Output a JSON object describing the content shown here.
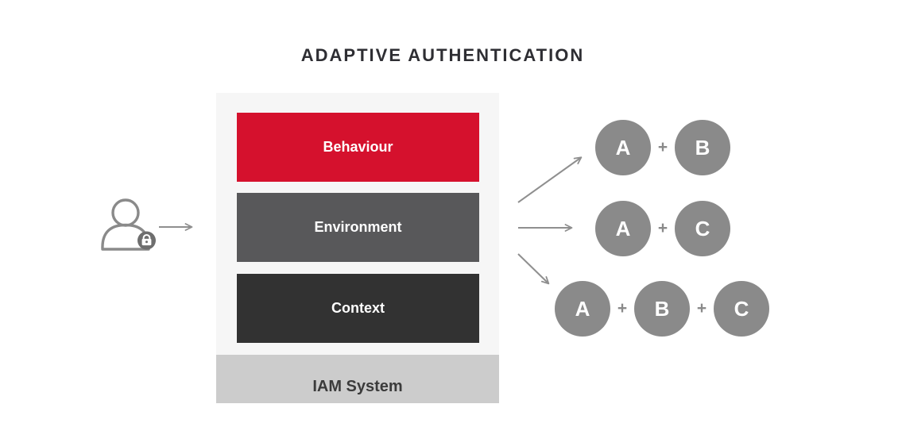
{
  "title": "ADAPTIVE AUTHENTICATION",
  "user_input": {
    "icon": "user-lock-icon",
    "arrow_icon": "arrow-right-icon"
  },
  "stack": {
    "panel_color": "#F6F6F6",
    "layers": [
      {
        "label": "Behaviour",
        "color": "#D5112D"
      },
      {
        "label": "Environment",
        "color": "#58585A"
      },
      {
        "label": "Context",
        "color": "#323232"
      }
    ],
    "base_label": "IAM System",
    "base_color": "#CCCCCC"
  },
  "fanout_arrows": [
    "arrow-up-right-icon",
    "arrow-right-icon",
    "arrow-down-right-icon"
  ],
  "plus_sign": "+",
  "combinations": [
    {
      "items": [
        "A",
        "B"
      ]
    },
    {
      "items": [
        "A",
        "C"
      ]
    },
    {
      "items": [
        "A",
        "B",
        "C"
      ]
    }
  ],
  "circle_color": "#8A8A8A",
  "arrow_color": "#8F8F8F",
  "title_color": "#2E2E33"
}
